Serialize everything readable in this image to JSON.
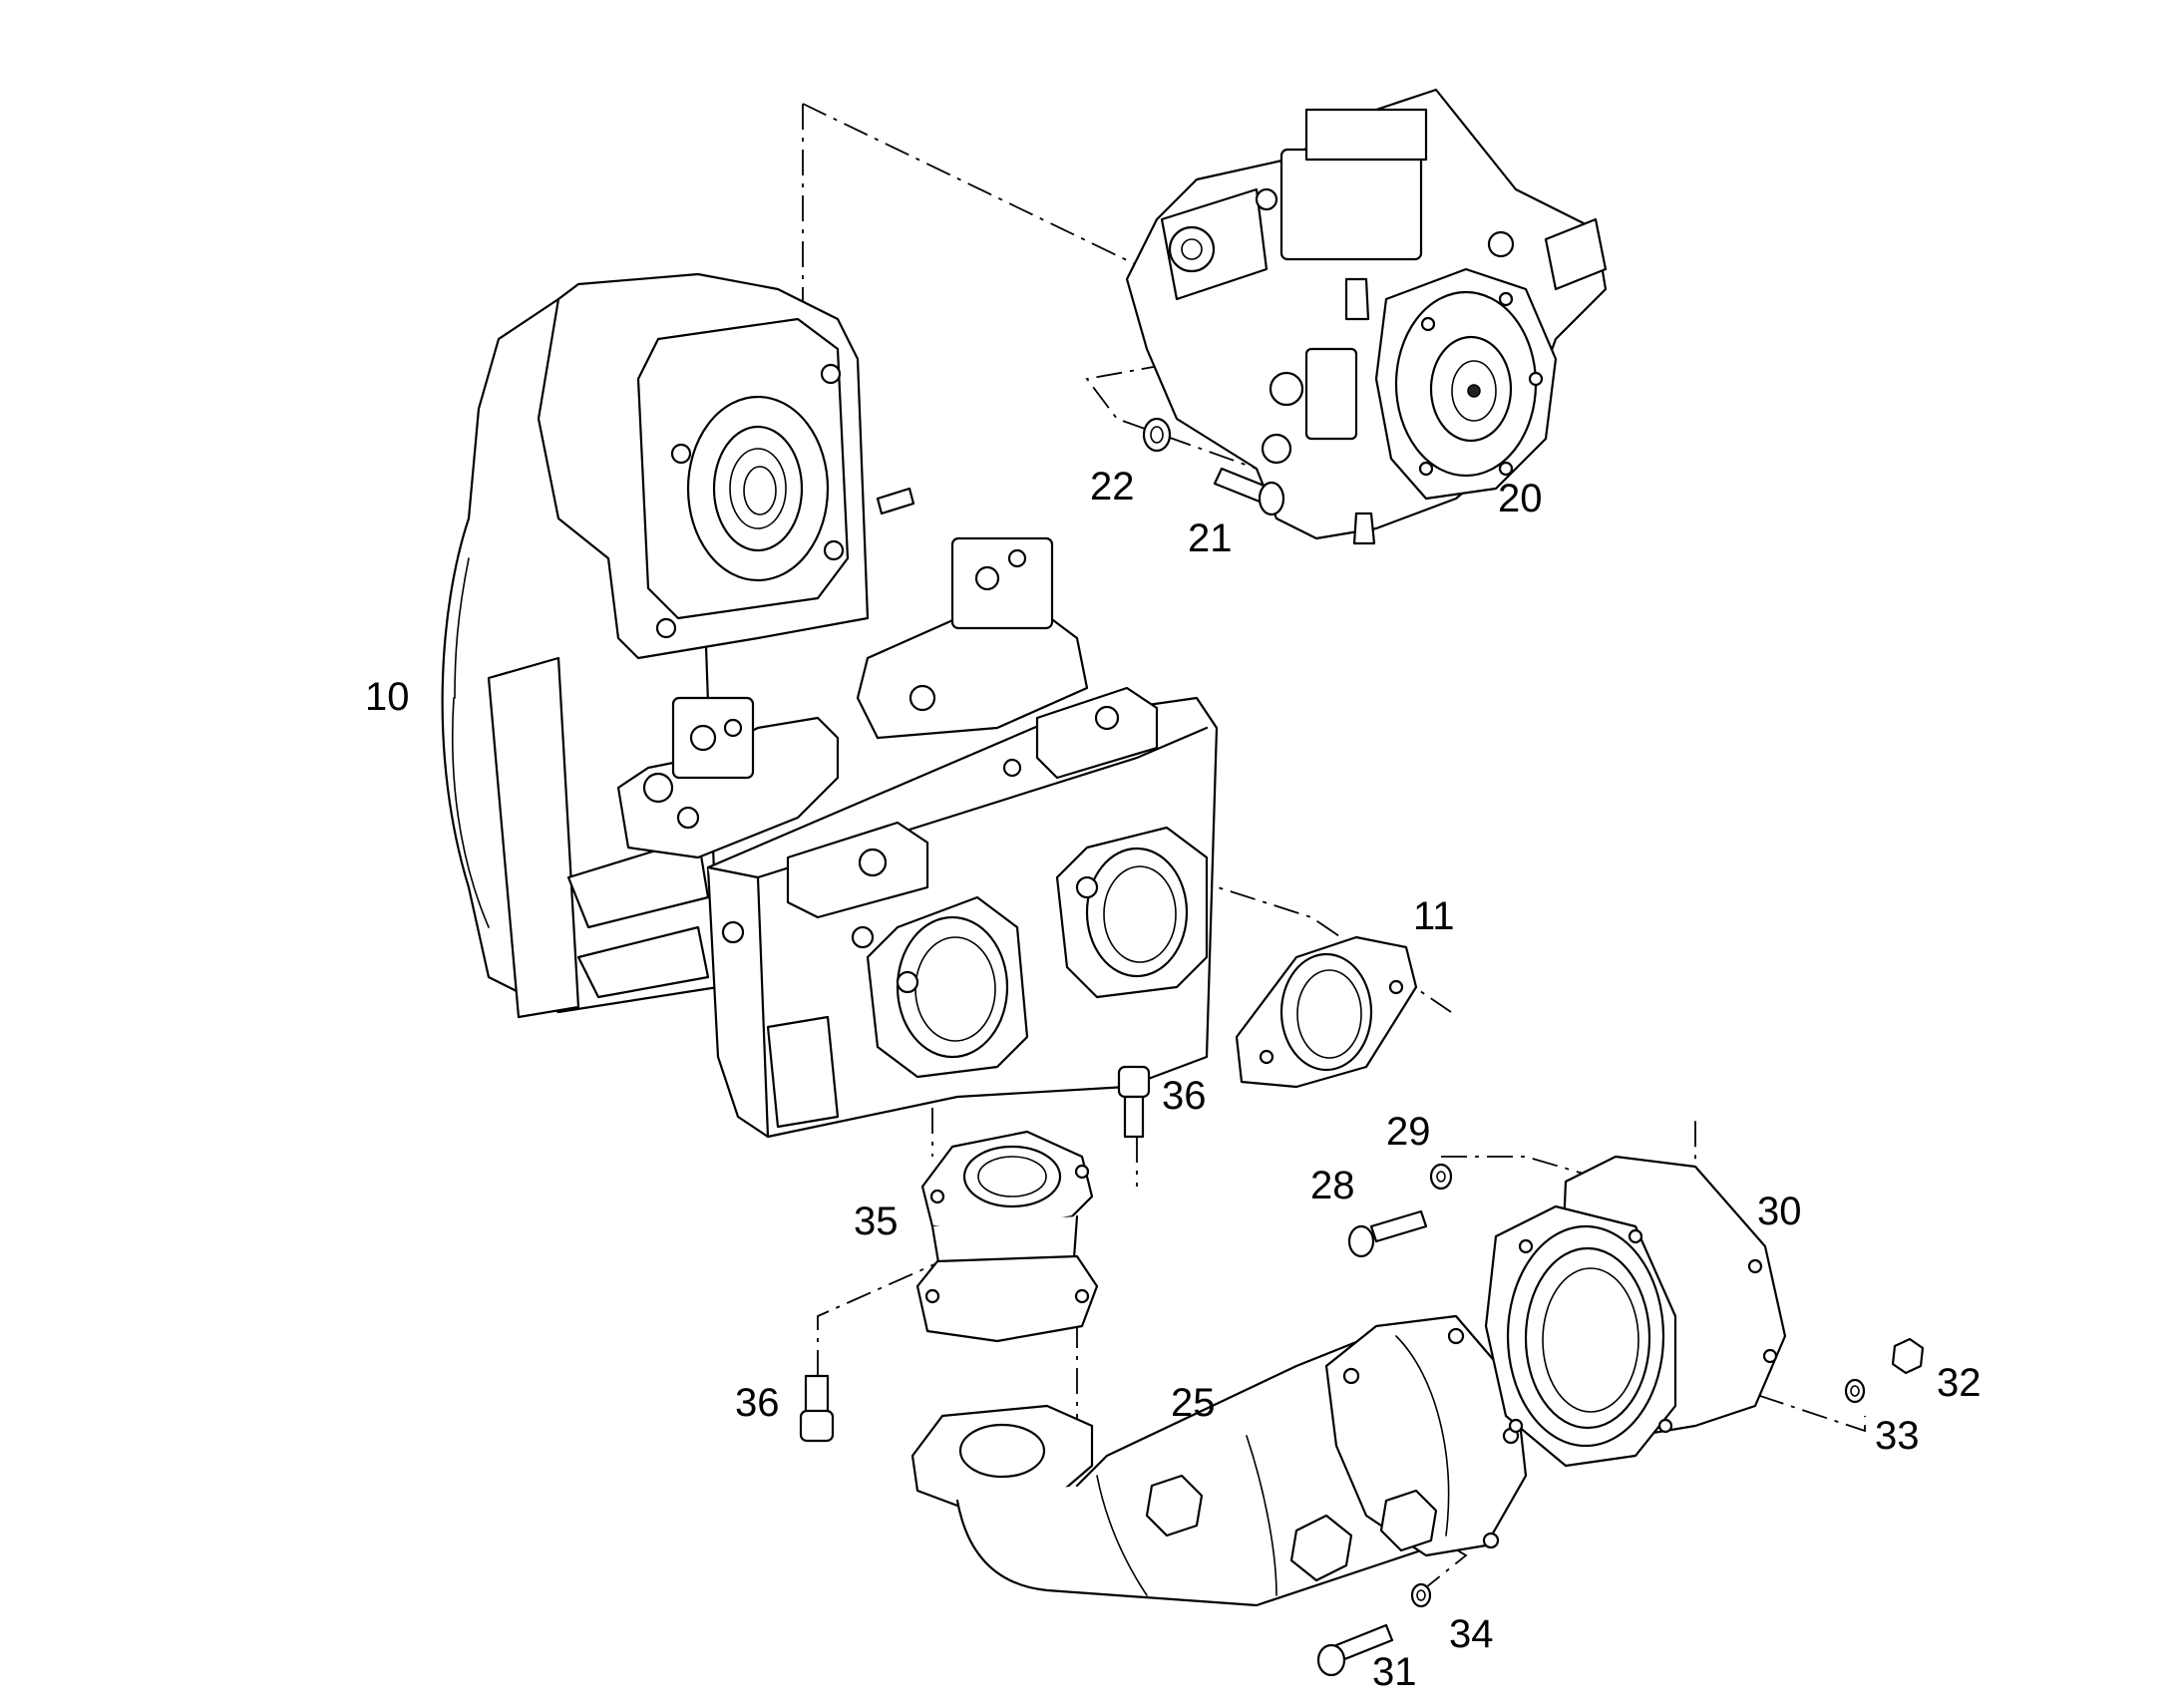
{
  "diagram": {
    "colors": {
      "line": "#000000",
      "background": "#ffffff",
      "shade": "#e9e9e9"
    },
    "callouts": {
      "c10": "10",
      "c11": "11",
      "c20": "20",
      "c21": "21",
      "c22": "22",
      "c25": "25",
      "c28": "28",
      "c29": "29",
      "c30": "30",
      "c31": "31",
      "c32": "32",
      "c33": "33",
      "c34": "34",
      "c35": "35",
      "c36a": "36",
      "c36b": "36"
    }
  }
}
